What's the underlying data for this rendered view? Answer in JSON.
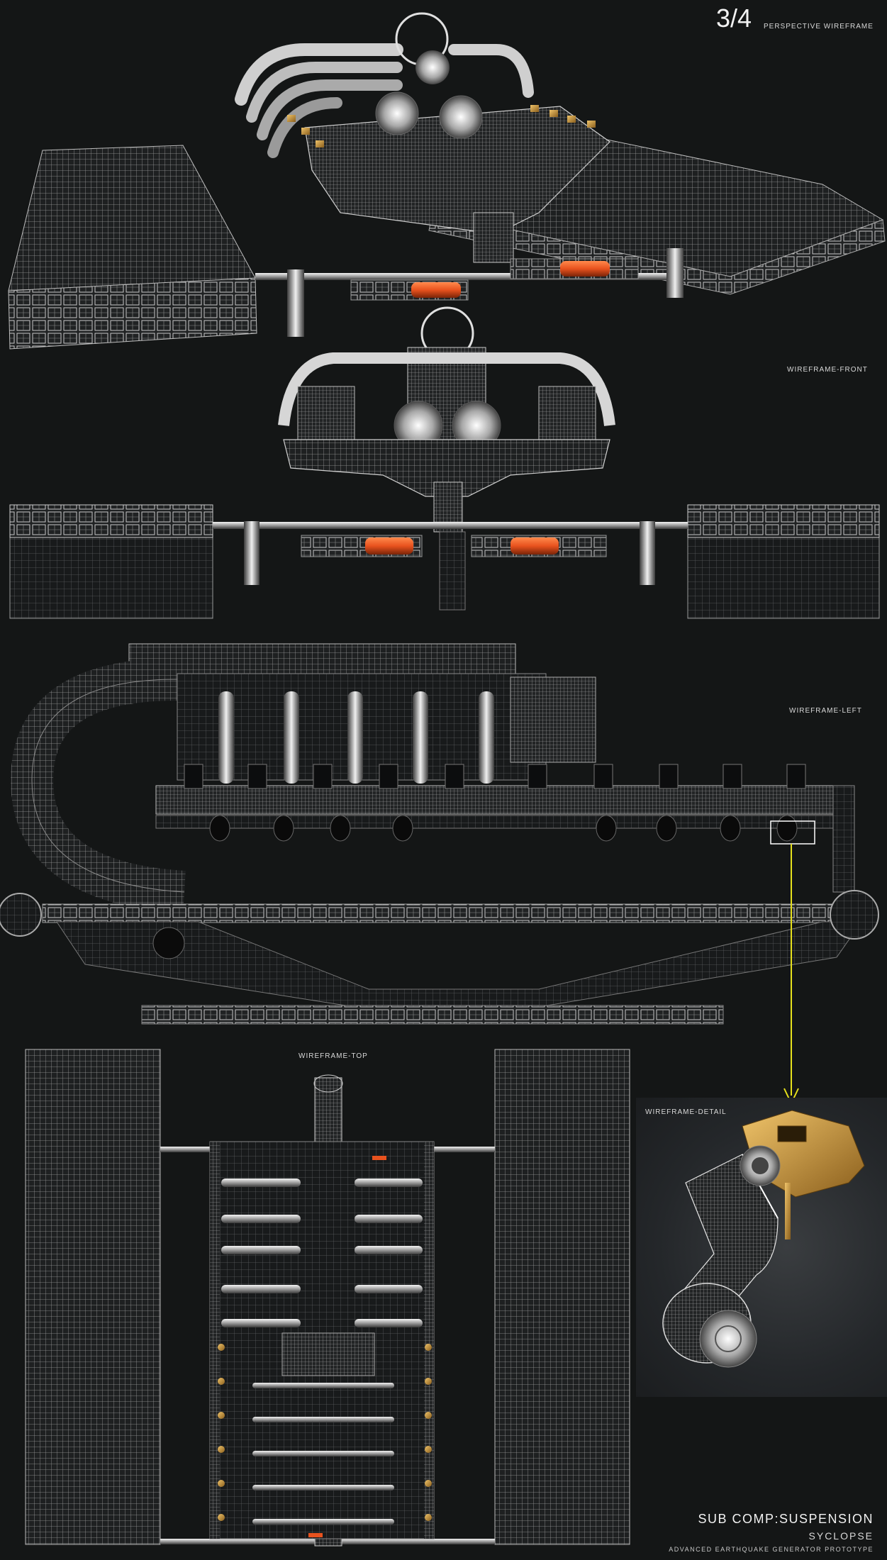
{
  "header": {
    "page_number": "3/4",
    "page_subtitle": "PERSPECTIVE WIREFRAME"
  },
  "views": {
    "front_label": "WIREFRAME-FRONT",
    "left_label": "WIREFRAME-LEFT",
    "top_label": "WIREFRAME-TOP",
    "detail_label": "WIREFRAME-DETAIL"
  },
  "footer": {
    "title": "SUB COMP:SUSPENSION",
    "subtitle": "SYCLOPSE",
    "caption": "ADVANCED EARTHQUAKE GENERATOR PROTOTYPE"
  },
  "colors": {
    "background": "#141616",
    "wire": "#cfcfcf",
    "accent_orange": "#e8521e",
    "accent_gold": "#c99a3c",
    "callout_yellow": "#e6e01c"
  }
}
